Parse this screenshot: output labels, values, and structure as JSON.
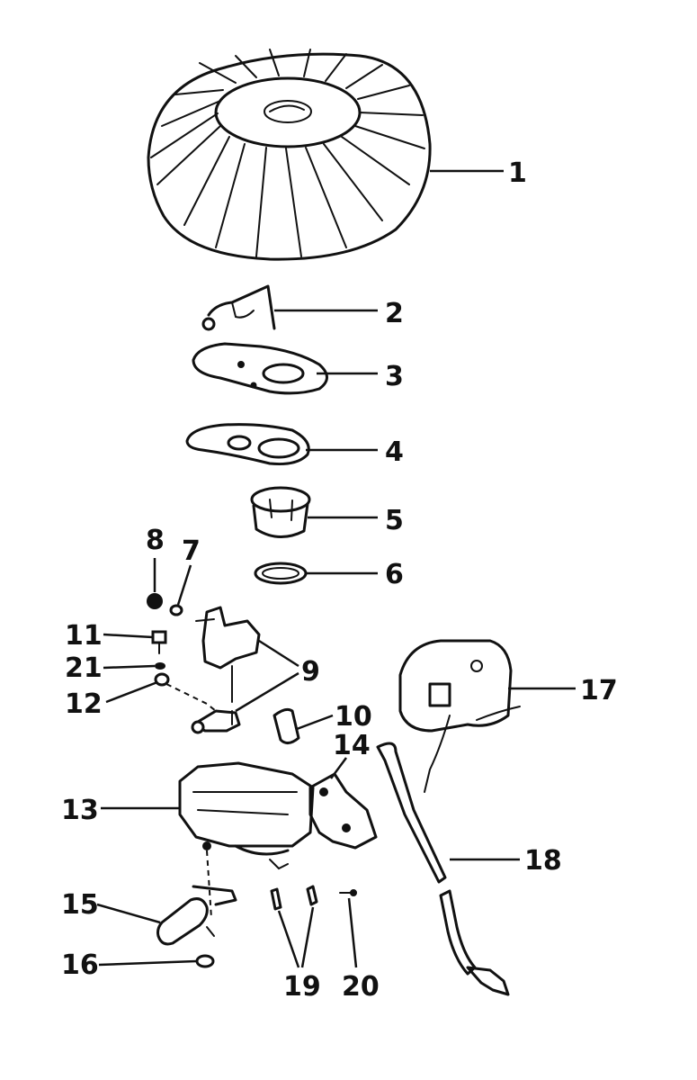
{
  "callouts": [
    {
      "id": "1",
      "text": "1"
    },
    {
      "id": "2",
      "text": "2"
    },
    {
      "id": "3",
      "text": "3"
    },
    {
      "id": "4",
      "text": "4"
    },
    {
      "id": "5",
      "text": "5"
    },
    {
      "id": "6",
      "text": "6"
    },
    {
      "id": "7",
      "text": "7"
    },
    {
      "id": "8",
      "text": "8"
    },
    {
      "id": "9",
      "text": "9"
    },
    {
      "id": "10",
      "text": "10"
    },
    {
      "id": "11",
      "text": "11"
    },
    {
      "id": "12",
      "text": "12"
    },
    {
      "id": "13",
      "text": "13"
    },
    {
      "id": "14",
      "text": "14"
    },
    {
      "id": "15",
      "text": "15"
    },
    {
      "id": "16",
      "text": "16"
    },
    {
      "id": "17",
      "text": "17"
    },
    {
      "id": "18",
      "text": "18"
    },
    {
      "id": "19",
      "text": "19"
    },
    {
      "id": "20",
      "text": "20"
    },
    {
      "id": "21",
      "text": "21"
    }
  ]
}
